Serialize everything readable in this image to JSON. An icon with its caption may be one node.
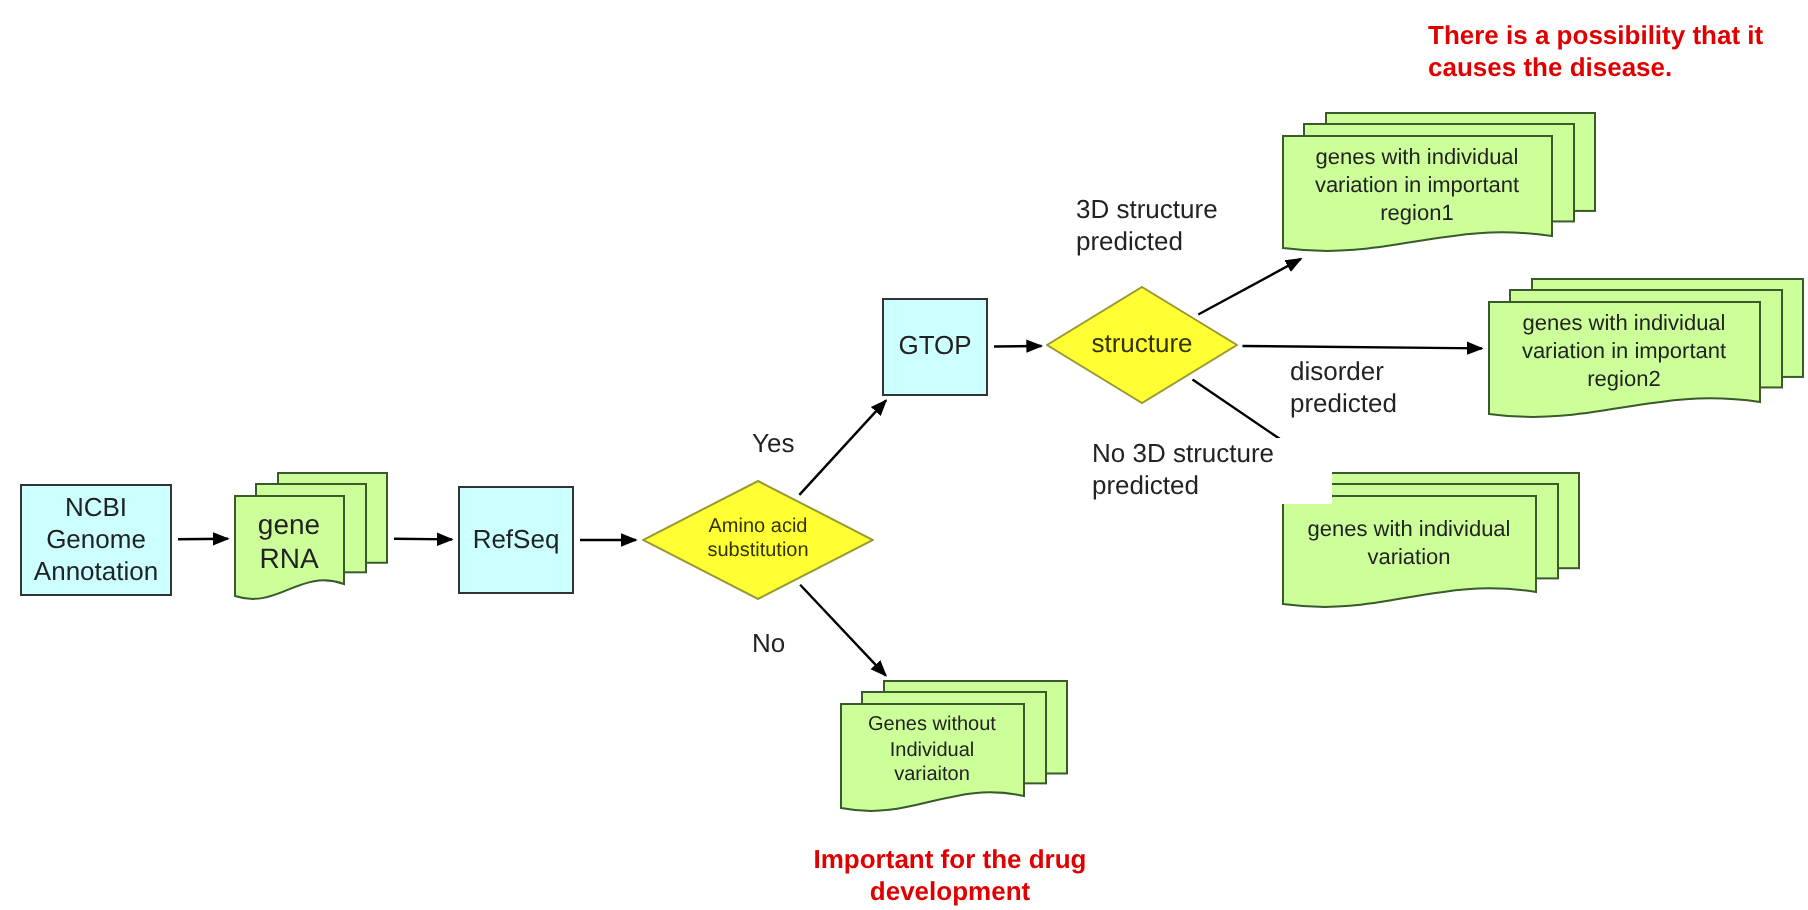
{
  "diagram": {
    "nodes": [
      {
        "text": [
          "NCBI Genome Annotation"
        ]
      },
      {
        "text": [
          "gene RNA"
        ]
      },
      {
        "text": [
          "RefSeq"
        ]
      },
      {
        "text": [
          "Amino acid substitution"
        ]
      },
      {
        "text": [
          "GTOP"
        ]
      },
      {
        "text": [
          "structure"
        ]
      },
      {
        "text": [
          "genes with individual variation in important region1"
        ]
      },
      {
        "text": [
          "genes with individual variation in important region2"
        ]
      },
      {
        "text": [
          "genes with individual variation"
        ]
      },
      {
        "text": [
          "Genes without Individual variaiton"
        ],
        "beside": [
          "Important for the drug development"
        ]
      }
    ],
    "edges": [
      {
        "from": 0,
        "to": 1,
        "arrow": "to"
      },
      {
        "from": 1,
        "to": 2,
        "arrow": "to"
      },
      {
        "from": 2,
        "to": 3,
        "arrow": "to"
      },
      {
        "from": 3,
        "to": 4,
        "arrow": "to",
        "label": "Yes"
      },
      {
        "from": 3,
        "to": 9,
        "arrow": "to",
        "label": "No"
      },
      {
        "from": 4,
        "to": 5,
        "arrow": "to"
      },
      {
        "from": 5,
        "to": 6,
        "arrow": "to",
        "label": "3D structure predicted"
      },
      {
        "from": 5,
        "to": 7,
        "arrow": "to",
        "label": "disorder predicted"
      },
      {
        "from": 5,
        "to": 8,
        "arrow": "to",
        "label": "No 3D structure predicted"
      }
    ],
    "labels": [
      "There is a possibility that it causes the disease."
    ]
  }
}
